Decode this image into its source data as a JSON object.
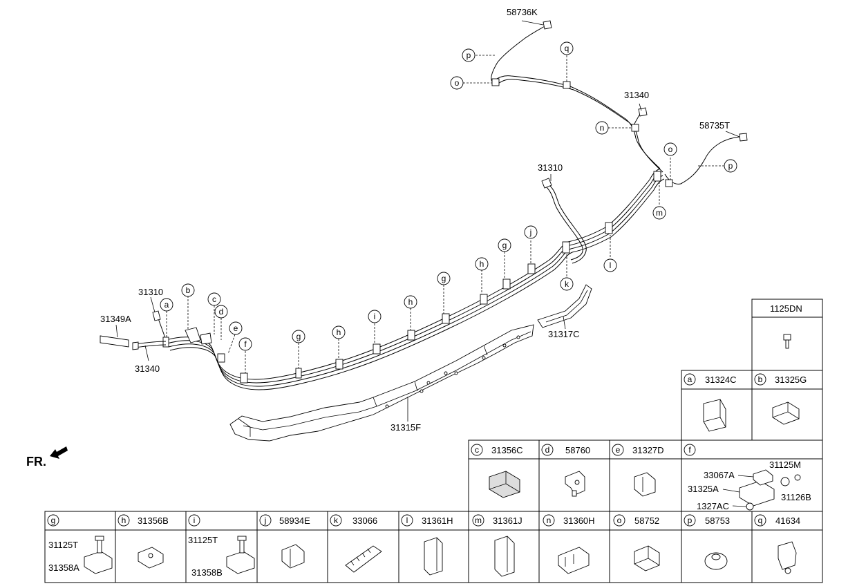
{
  "front_label": "FR.",
  "main_labels": {
    "lbl_58736K": "58736K",
    "lbl_31340_top": "31340",
    "lbl_58735T": "58735T",
    "lbl_31310_right": "31310",
    "lbl_31310_left": "31310",
    "lbl_31349A": "31349A",
    "lbl_31340_left": "31340",
    "lbl_31317C": "31317C",
    "lbl_31315F": "31315F"
  },
  "callouts": {
    "p1": "p",
    "q1": "q",
    "o1": "o",
    "n1": "n",
    "o2": "o",
    "p2": "p",
    "m1": "m",
    "l1": "l",
    "k1": "k",
    "j1": "j",
    "g1": "g",
    "h1": "h",
    "g2": "g",
    "h2": "h",
    "i1": "i",
    "h3": "h",
    "g3": "g",
    "f1": "f",
    "e1": "e",
    "d1": "d",
    "c1": "c",
    "b1": "b",
    "a1": "a"
  },
  "parts_table": {
    "standalone": {
      "header": "1125DN"
    },
    "cells": [
      {
        "letter": "a",
        "part": "31324C"
      },
      {
        "letter": "b",
        "part": "31325G"
      },
      {
        "letter": "c",
        "part": "31356C"
      },
      {
        "letter": "d",
        "part": "58760"
      },
      {
        "letter": "e",
        "part": "31327D"
      },
      {
        "letter": "f",
        "part": "",
        "sub_parts": [
          "31125M",
          "33067A",
          "31325A",
          "31126B",
          "1327AC"
        ]
      },
      {
        "letter": "g",
        "part": "",
        "sub_parts": [
          "31125T",
          "31358A"
        ]
      },
      {
        "letter": "h",
        "part": "31356B"
      },
      {
        "letter": "i",
        "part": "",
        "sub_parts": [
          "31125T",
          "31358B"
        ]
      },
      {
        "letter": "j",
        "part": "58934E"
      },
      {
        "letter": "k",
        "part": "33066"
      },
      {
        "letter": "l",
        "part": "31361H"
      },
      {
        "letter": "m",
        "part": "31361J"
      },
      {
        "letter": "n",
        "part": "31360H"
      },
      {
        "letter": "o",
        "part": "58752"
      },
      {
        "letter": "p",
        "part": "58753"
      },
      {
        "letter": "q",
        "part": "41634"
      }
    ]
  }
}
